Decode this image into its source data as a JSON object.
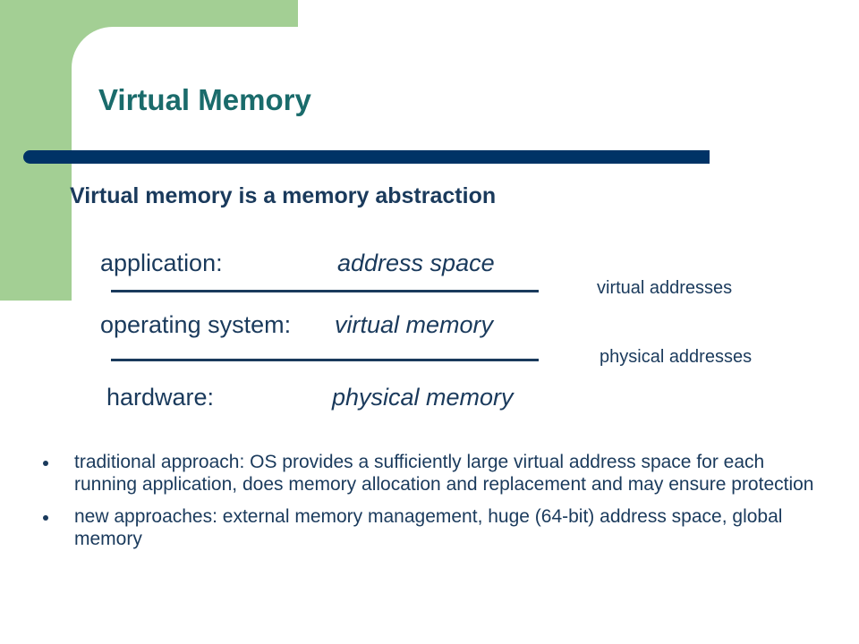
{
  "slide": {
    "title": "Virtual Memory",
    "subtitle": "Virtual memory is a memory abstraction",
    "layers": [
      {
        "label": "application:",
        "value": "address space"
      },
      {
        "label": "operating system:",
        "value": "virtual memory"
      },
      {
        "label": "hardware:",
        "value": "physical memory"
      }
    ],
    "boundaries": [
      {
        "label": "virtual addresses"
      },
      {
        "label": "physical addresses"
      }
    ],
    "bullets": [
      "traditional approach: OS provides a sufficiently large virtual address space for each running application, does memory allocation and replacement and may ensure protection",
      "new approaches: external memory management, huge (64-bit) address space, global memory"
    ]
  },
  "colors": {
    "accent_green": "#a3cf94",
    "title_teal": "#1a6b6b",
    "bar_navy": "#003366",
    "text_navy": "#1a3a5c"
  }
}
